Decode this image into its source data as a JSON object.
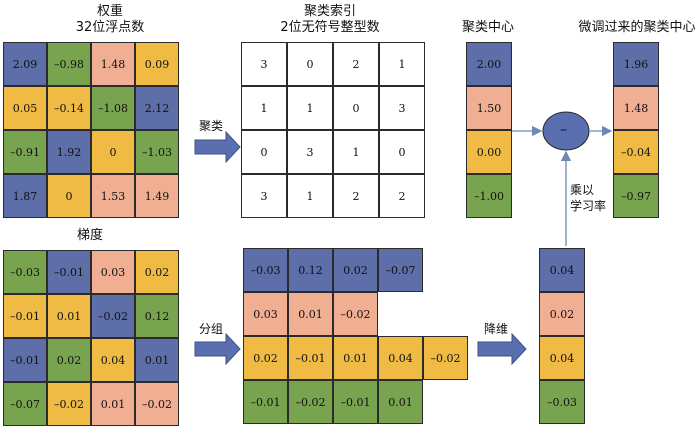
{
  "titles": {
    "weights": [
      "权重",
      "32位浮点数"
    ],
    "index": [
      "聚类索引",
      "2位无符号整型数"
    ],
    "centroids": "聚类中心",
    "finetuned": "微调过来的聚类中心",
    "gradient": "梯度"
  },
  "ops": {
    "cluster": "聚类",
    "group": "分组",
    "reduce": "降维",
    "lr": [
      "乘以",
      "学习率"
    ],
    "minus": "–"
  },
  "colors": {
    "0": "#5d6ea8",
    "1": "#efbb44",
    "2": "#f0ae92",
    "3": "#79a44f"
  },
  "weights": [
    [
      {
        "v": "2.09",
        "c": 0
      },
      {
        "v": "–0.98",
        "c": 3
      },
      {
        "v": "1.48",
        "c": 2
      },
      {
        "v": "0.09",
        "c": 1
      }
    ],
    [
      {
        "v": "0.05",
        "c": 1
      },
      {
        "v": "–0.14",
        "c": 1
      },
      {
        "v": "–1.08",
        "c": 3
      },
      {
        "v": "2.12",
        "c": 0
      }
    ],
    [
      {
        "v": "–0.91",
        "c": 3
      },
      {
        "v": "1.92",
        "c": 0
      },
      {
        "v": "0",
        "c": 1
      },
      {
        "v": "–1.03",
        "c": 3
      }
    ],
    [
      {
        "v": "1.87",
        "c": 0
      },
      {
        "v": "0",
        "c": 1
      },
      {
        "v": "1.53",
        "c": 2
      },
      {
        "v": "1.49",
        "c": 2
      }
    ]
  ],
  "index": [
    [
      "3",
      "0",
      "2",
      "1"
    ],
    [
      "1",
      "1",
      "0",
      "3"
    ],
    [
      "0",
      "3",
      "1",
      "0"
    ],
    [
      "3",
      "1",
      "2",
      "2"
    ]
  ],
  "centroids": [
    {
      "v": "2.00",
      "c": 0
    },
    {
      "v": "1.50",
      "c": 2
    },
    {
      "v": "0.00",
      "c": 1
    },
    {
      "v": "–1.00",
      "c": 3
    }
  ],
  "finetuned": [
    {
      "v": "1.96",
      "c": 0
    },
    {
      "v": "1.48",
      "c": 2
    },
    {
      "v": "–0.04",
      "c": 1
    },
    {
      "v": "–0.97",
      "c": 3
    }
  ],
  "gradient": [
    [
      {
        "v": "–0.03",
        "c": 3
      },
      {
        "v": "–0.01",
        "c": 0
      },
      {
        "v": "0.03",
        "c": 2
      },
      {
        "v": "0.02",
        "c": 1
      }
    ],
    [
      {
        "v": "–0.01",
        "c": 1
      },
      {
        "v": "0.01",
        "c": 1
      },
      {
        "v": "–0.02",
        "c": 0
      },
      {
        "v": "0.12",
        "c": 3
      }
    ],
    [
      {
        "v": "–0.01",
        "c": 0
      },
      {
        "v": "0.02",
        "c": 3
      },
      {
        "v": "0.04",
        "c": 1
      },
      {
        "v": "0.01",
        "c": 0
      }
    ],
    [
      {
        "v": "–0.07",
        "c": 3
      },
      {
        "v": "–0.02",
        "c": 1
      },
      {
        "v": "0.01",
        "c": 2
      },
      {
        "v": "–0.02",
        "c": 2
      }
    ]
  ],
  "grouped": [
    [
      {
        "v": "–0.03",
        "c": 0
      },
      {
        "v": "0.12",
        "c": 0
      },
      {
        "v": "0.02",
        "c": 0
      },
      {
        "v": "–0.07",
        "c": 0
      }
    ],
    [
      {
        "v": "0.03",
        "c": 2
      },
      {
        "v": "0.01",
        "c": 2
      },
      {
        "v": "–0.02",
        "c": 2
      }
    ],
    [
      {
        "v": "0.02",
        "c": 1
      },
      {
        "v": "–0.01",
        "c": 1
      },
      {
        "v": "0.01",
        "c": 1
      },
      {
        "v": "0.04",
        "c": 1
      },
      {
        "v": "–0.02",
        "c": 1
      }
    ],
    [
      {
        "v": "–0.01",
        "c": 3
      },
      {
        "v": "–0.02",
        "c": 3
      },
      {
        "v": "–0.01",
        "c": 3
      },
      {
        "v": "0.01",
        "c": 3
      }
    ]
  ],
  "reduced": [
    {
      "v": "0.04",
      "c": 0
    },
    {
      "v": "0.02",
      "c": 2
    },
    {
      "v": "0.04",
      "c": 1
    },
    {
      "v": "–0.03",
      "c": 3
    }
  ]
}
